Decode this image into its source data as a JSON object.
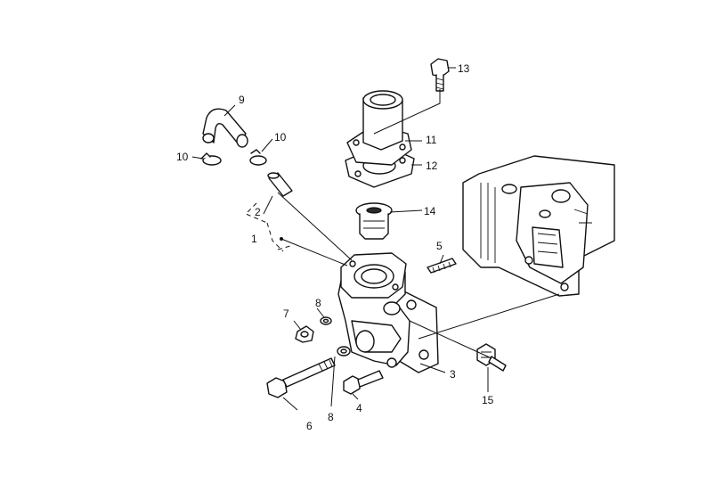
{
  "callouts": {
    "c1": "1",
    "c2": "2",
    "c3": "3",
    "c4": "4",
    "c5": "5",
    "c6": "6",
    "c7": "7",
    "c8a": "8",
    "c8b": "8",
    "c9": "9",
    "c10a": "10",
    "c10b": "10",
    "c11": "11",
    "c12": "12",
    "c13": "13",
    "c14": "14",
    "c15": "15"
  },
  "colors": {
    "line": "#111111",
    "background": "#ffffff"
  }
}
